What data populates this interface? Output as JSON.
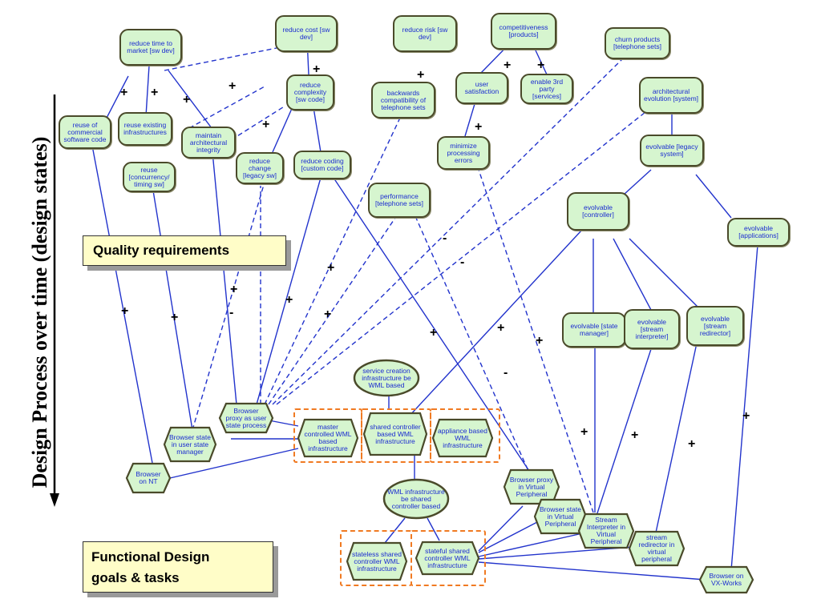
{
  "side_title": "Design Process over time (design states)",
  "callouts": {
    "quality": "Quality requirements",
    "functional_line1": "Functional Design",
    "functional_line2": "goals & tasks"
  },
  "colors": {
    "node_fill": "#d6f5cf",
    "node_border": "#4a4a2a",
    "label_text": "#1a2bd0",
    "edge": "#2233cc",
    "group_border": "#f07a22",
    "callout_fill": "#fffdc8"
  },
  "softgoals": {
    "reduce_time": "reduce time to market [sw dev]",
    "reduce_cost": "reduce cost [sw dev]",
    "reduce_risk": "reduce risk [sw dev]",
    "competitiveness": "competitiveness [products]",
    "churn_products": "churn products [telephone sets]",
    "reduce_complexity": "reduce complexity [sw code]",
    "backwards_compat": "backwards compatibility of telephone sets",
    "user_satisfaction": "user satisfaction",
    "enable_3rd_party": "enable 3rd party [services]",
    "architectural_evolution": "architectural evolution [system]",
    "reuse_commercial": "reuse of commercial software code",
    "reuse_existing": "reuse existing infrastructures",
    "maintain_architectural": "maintain architectural integrity",
    "reduce_change": "reduce change [legacy sw]",
    "reduce_coding": "reduce coding [custom code]",
    "minimize_processing": "minimize processing errors",
    "evolvable_legacy": "evolvable [legacy system]",
    "reuse_concurrency": "reuse [concurrency/ timing sw]",
    "performance": "performance [telephone sets]",
    "evolvable_controller": "evolvable [controller]",
    "evolvable_applications": "evolvable [applications]",
    "evolvable_state_manager": "evolvable [state manager]",
    "evolvable_stream_interpreter": "evolvable [stream interpreter]",
    "evolvable_stream_redirector": "evolvable [stream redirector]"
  },
  "goals": {
    "service_creation": "service creation infrastructure be WML based",
    "wml_shared": "WML infrastructure be shared controller based"
  },
  "tasks": {
    "browser_proxy_user": "Browser proxy as user state process",
    "browser_state_user": "Browser state in user state manager",
    "browser_on_nt": "Browser on NT",
    "master_controlled": "master controlled WML based infrastructure",
    "shared_controller": "shared controller based WML infrastructure",
    "appliance_based": "appliance based WML infrastructure",
    "browser_proxy_virtual": "Browser proxy in Virtual Peripheral",
    "browser_state_virtual": "Browser state in Virtual Peripheral",
    "stream_interpreter_virtual": "Stream Interpreter in Virtual Peripheral",
    "stream_redirector_virtual": "stream redirector in virtual peripheral",
    "stateless_shared": "stateless shared controller WML infrastructure",
    "stateful_shared": "stateful shared controller WML infrastructure",
    "browser_on_vx": "Browser on VX-Works"
  },
  "contribution_labels": {
    "plus": "+",
    "minus": "-",
    "break": "-"
  }
}
